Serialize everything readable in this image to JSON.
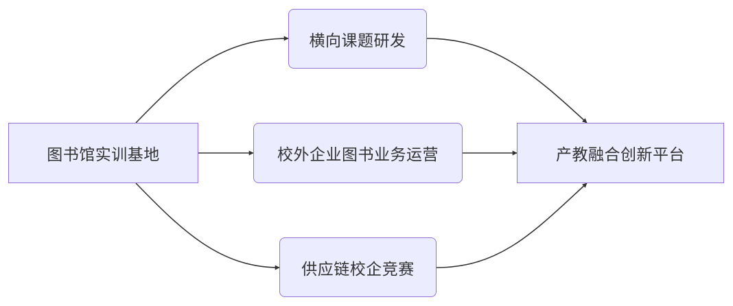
{
  "diagram": {
    "nodes": {
      "library": "图书馆实训基地",
      "research": "横向课题研发",
      "business": "校外企业图书业务运营",
      "supply": "供应链校企竞赛",
      "platform": "产教融合创新平台"
    },
    "edges": [
      {
        "from": "library",
        "to": "research"
      },
      {
        "from": "library",
        "to": "business"
      },
      {
        "from": "library",
        "to": "supply"
      },
      {
        "from": "research",
        "to": "platform"
      },
      {
        "from": "business",
        "to": "platform"
      },
      {
        "from": "supply",
        "to": "platform"
      }
    ],
    "colors": {
      "node_fill": "#ececff",
      "node_border": "#9370db",
      "edge": "#333333",
      "text": "#333333"
    }
  }
}
